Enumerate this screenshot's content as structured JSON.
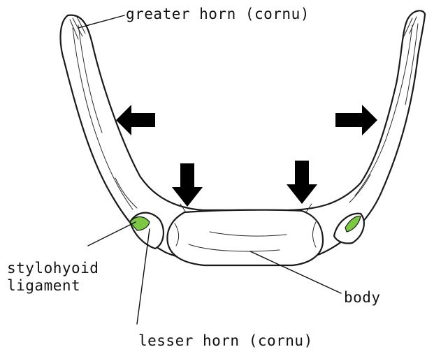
{
  "labels": {
    "greater_horn": "greater horn (cornu)",
    "stylohyoid_line1": "stylohyoid",
    "stylohyoid_line2": "ligament",
    "body": "body",
    "lesser_horn": "lesser horn (cornu)"
  },
  "colors": {
    "outline": "#1a1a1a",
    "bone_fill": "#ffffff",
    "cartilage_green": "#7cc845",
    "arrow": "#000000"
  },
  "arrows": [
    {
      "id": "left-horn-arrow",
      "direction": "left"
    },
    {
      "id": "right-horn-arrow",
      "direction": "right"
    },
    {
      "id": "left-body-arrow",
      "direction": "down"
    },
    {
      "id": "right-body-arrow",
      "direction": "down"
    }
  ]
}
